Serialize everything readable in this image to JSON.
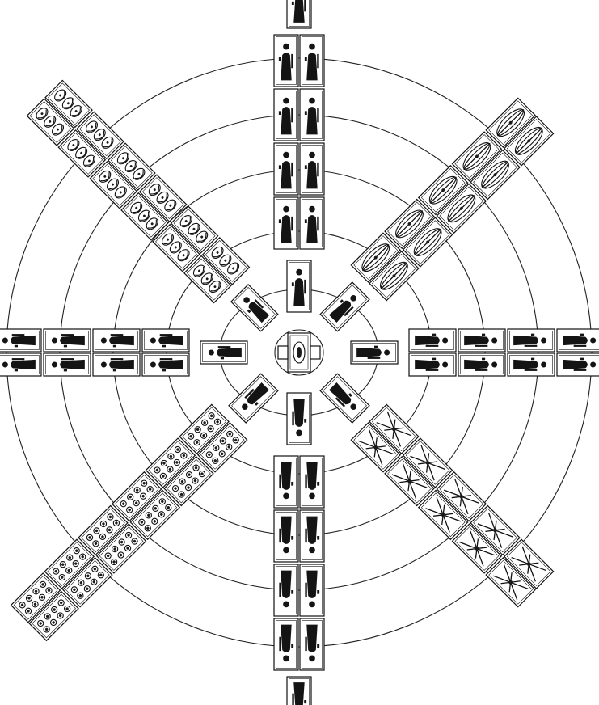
{
  "colors": {
    "ink": "#111111",
    "paper": "#ffffff"
  },
  "layout_description": {
    "rings": 5,
    "arms": 8,
    "center_card": "mandorla",
    "suits": [
      "coins",
      "cups",
      "swords",
      "batons"
    ]
  }
}
